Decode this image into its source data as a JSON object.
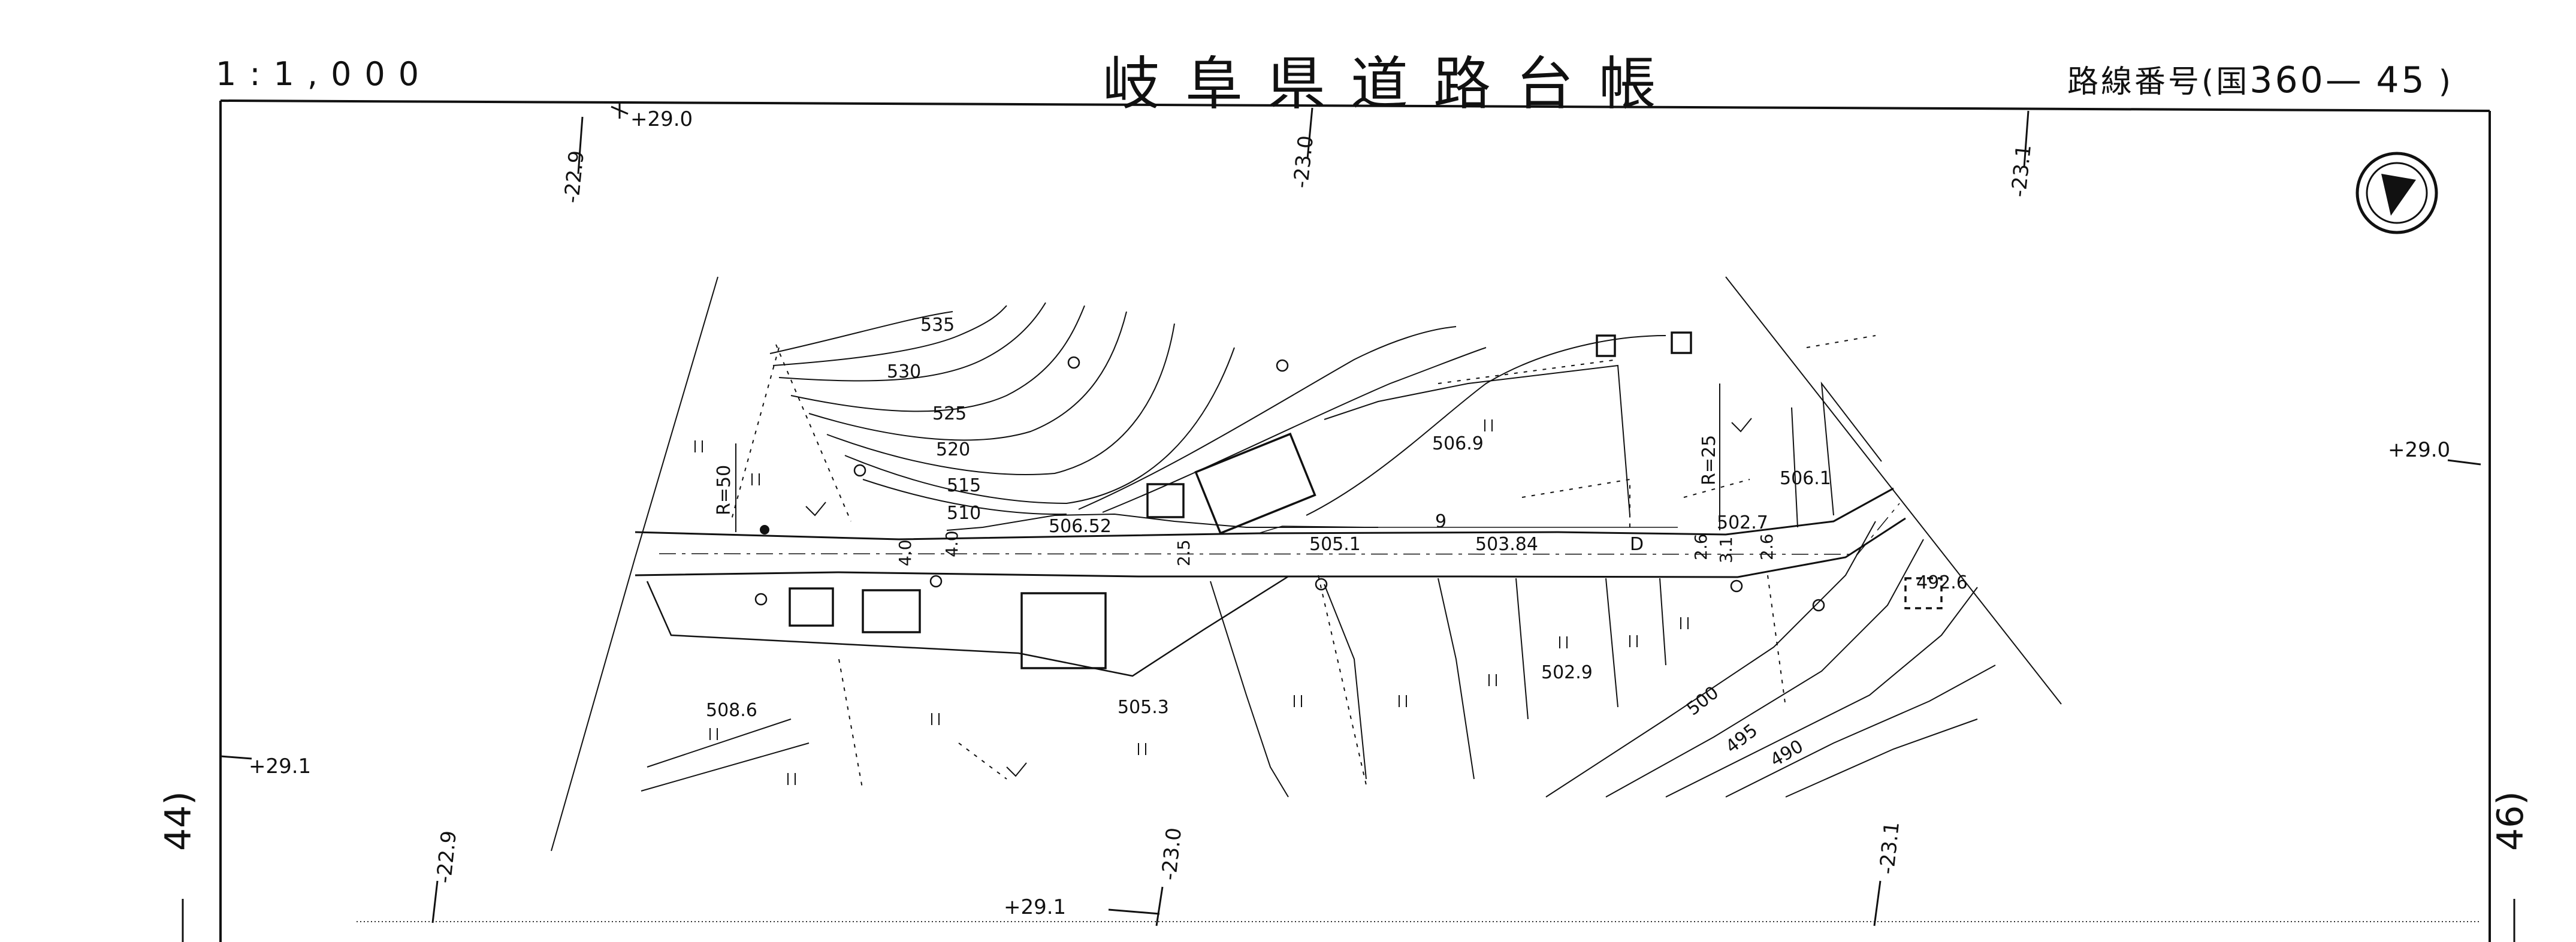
{
  "header": {
    "scale": "1:1,000",
    "title": "岐阜県道路台帳",
    "route_prefix": "路線番号(国",
    "route_no": "360—",
    "sheet_no": "45",
    "route_suffix": ")"
  },
  "adjacent_sheets": {
    "left": "44)",
    "right": "46)"
  },
  "grid_labels": {
    "top_left_cross": "+29.0",
    "top_1": "-22.9",
    "top_2": "-23.0",
    "top_3": "-23.1",
    "right_cross": "+29.0",
    "left_cross": "+29.1",
    "bottom_1": "-22.9",
    "bottom_2": "-23.0",
    "bottom_3": "-23.1",
    "bottom_cross": "+29.1"
  },
  "contours": {
    "c535": "535",
    "c530": "530",
    "c525": "525",
    "c520": "520",
    "c515": "515",
    "c510": "510",
    "c500": "500",
    "c495": "495",
    "c490": "490"
  },
  "spot_heights": {
    "h5069": "506.9",
    "h50652": "506.52",
    "h5051": "505.1",
    "h50384": "503.84",
    "h5061": "506.1",
    "h5027": "502.7",
    "h4926": "492.6",
    "h5086": "508.6",
    "h5053": "505.3",
    "h5029": "502.9"
  },
  "curves": {
    "r50": "R=50",
    "r25": "R=25"
  },
  "road_widths": {
    "w40a": "4.0",
    "w40b": "4.0",
    "w25": "2.5",
    "w26a": "2.6",
    "w31": "3.1",
    "w26b": "2.6"
  },
  "markers": {
    "m9": "9",
    "mD": "D"
  }
}
